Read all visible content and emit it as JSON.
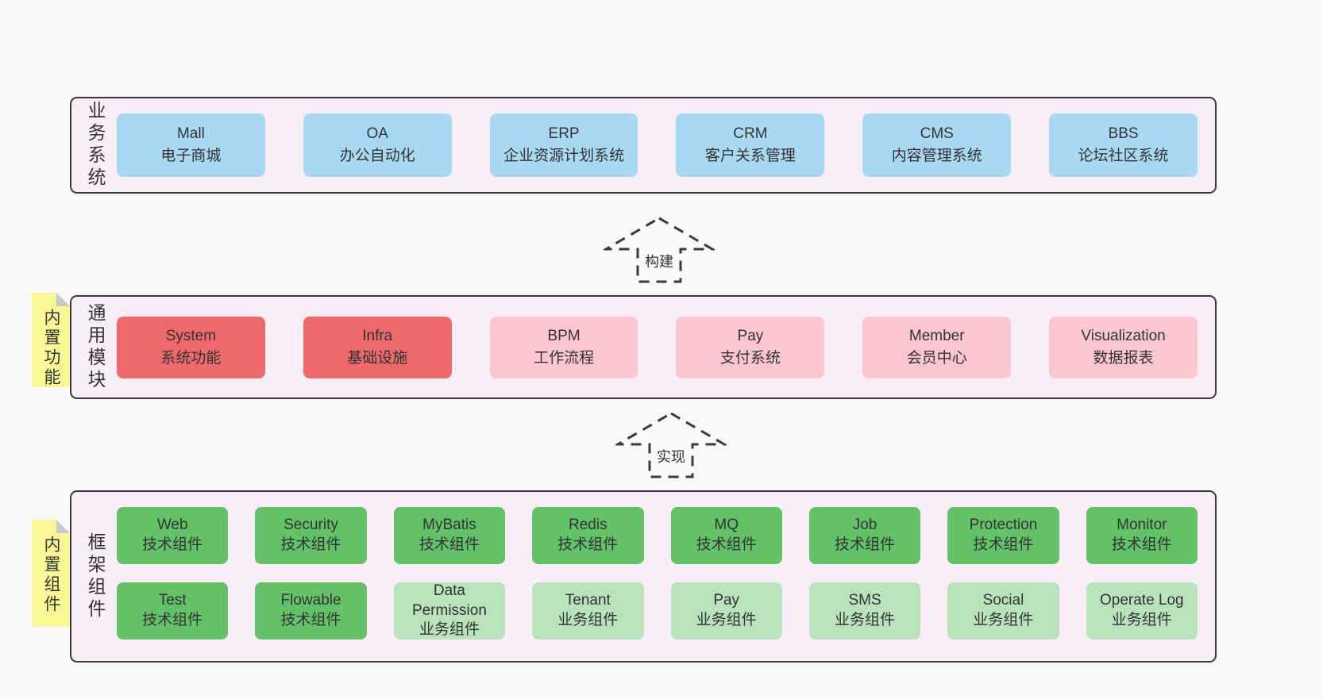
{
  "colors": {
    "page_bg": "#f8f8f8",
    "panel_bg": "#f9eef7",
    "panel_border": "#3a3a3a",
    "box_blue": "#a9d9f2",
    "box_red": "#ee696c",
    "box_pink": "#fbc6cf",
    "box_green": "#63c167",
    "box_green_light": "#b9e3ba",
    "note_yellow": "#f8f795",
    "note_fold_gray": "#c9c9c9",
    "text": "#333333"
  },
  "arrows": [
    {
      "label": "构建"
    },
    {
      "label": "实现"
    }
  ],
  "layers": {
    "business": {
      "label": "业务系统",
      "items": [
        {
          "name": "Mall",
          "desc": "电子商城"
        },
        {
          "name": "OA",
          "desc": "办公自动化"
        },
        {
          "name": "ERP",
          "desc": "企业资源计划系统"
        },
        {
          "name": "CRM",
          "desc": "客户关系管理"
        },
        {
          "name": "CMS",
          "desc": "内容管理系统"
        },
        {
          "name": "BBS",
          "desc": "论坛社区系统"
        }
      ]
    },
    "modules": {
      "label": "通用模块",
      "note": "内置功能",
      "items": [
        {
          "name": "System",
          "desc": "系统功能",
          "variant": "red"
        },
        {
          "name": "Infra",
          "desc": "基础设施",
          "variant": "red"
        },
        {
          "name": "BPM",
          "desc": "工作流程",
          "variant": "pink"
        },
        {
          "name": "Pay",
          "desc": "支付系统",
          "variant": "pink"
        },
        {
          "name": "Member",
          "desc": "会员中心",
          "variant": "pink"
        },
        {
          "name": "Visualization",
          "desc": "数据报表",
          "variant": "pink"
        }
      ]
    },
    "components": {
      "label": "框架组件",
      "note": "内置组件",
      "rows": [
        [
          {
            "name": "Web",
            "desc": "技术组件",
            "variant": "green"
          },
          {
            "name": "Security",
            "desc": "技术组件",
            "variant": "green"
          },
          {
            "name": "MyBatis",
            "desc": "技术组件",
            "variant": "green"
          },
          {
            "name": "Redis",
            "desc": "技术组件",
            "variant": "green"
          },
          {
            "name": "MQ",
            "desc": "技术组件",
            "variant": "green"
          },
          {
            "name": "Job",
            "desc": "技术组件",
            "variant": "green"
          },
          {
            "name": "Protection",
            "desc": "技术组件",
            "variant": "green"
          },
          {
            "name": "Monitor",
            "desc": "技术组件",
            "variant": "green"
          }
        ],
        [
          {
            "name": "Test",
            "desc": "技术组件",
            "variant": "green"
          },
          {
            "name": "Flowable",
            "desc": "技术组件",
            "variant": "green"
          },
          {
            "name": "Data Permission",
            "desc": "业务组件",
            "variant": "green-light"
          },
          {
            "name": "Tenant",
            "desc": "业务组件",
            "variant": "green-light"
          },
          {
            "name": "Pay",
            "desc": "业务组件",
            "variant": "green-light"
          },
          {
            "name": "SMS",
            "desc": "业务组件",
            "variant": "green-light"
          },
          {
            "name": "Social",
            "desc": "业务组件",
            "variant": "green-light"
          },
          {
            "name": "Operate Log",
            "desc": "业务组件",
            "variant": "green-light"
          }
        ]
      ]
    }
  }
}
